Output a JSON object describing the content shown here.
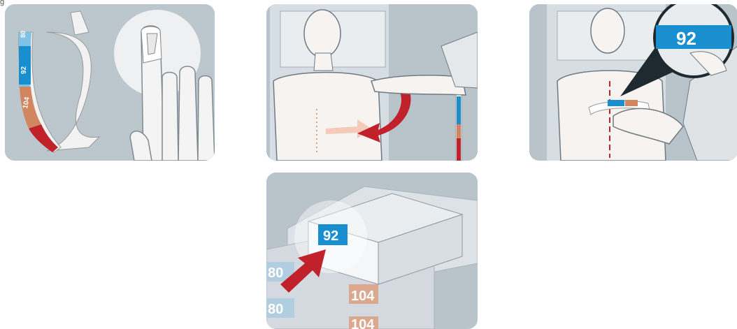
{
  "caption": "g",
  "tape": {
    "labels": [
      "80",
      "92",
      "104"
    ],
    "colors": {
      "blue_light": "#7fc2e6",
      "blue": "#1a8fd0",
      "orange": "#d1865f",
      "red": "#c0212b"
    }
  },
  "panel3": {
    "zoom_value": "92"
  },
  "panel4": {
    "selected_size": "92",
    "other_sizes": [
      "80",
      "104",
      "80",
      "104"
    ]
  }
}
